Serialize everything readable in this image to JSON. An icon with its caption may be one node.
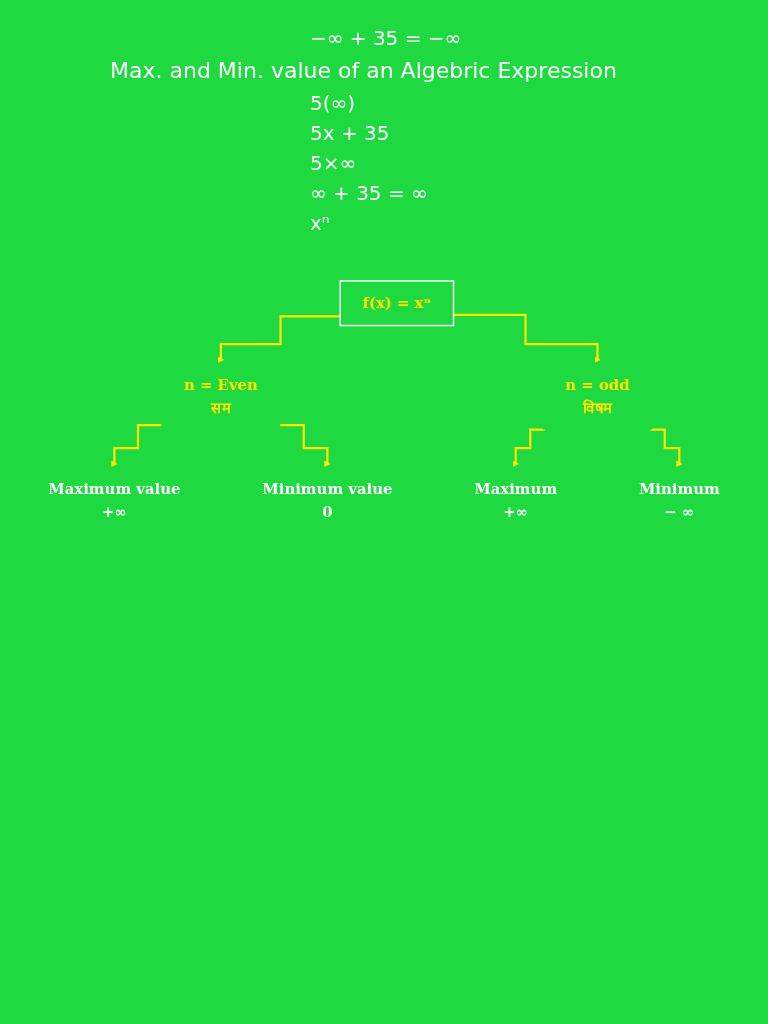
{
  "diagram": {
    "title": "Max. and Min. value of an Algebric Expression",
    "nodes": [
      {
        "text": [
          "f(x) = xⁿ"
        ]
      },
      {
        "text": [
          "n = Even",
          "सम"
        ]
      },
      {
        "text": [
          "n = odd",
          "विषम"
        ]
      },
      {
        "text": [
          "Maximum value",
          "+∞"
        ]
      },
      {
        "text": [
          "Minimum value",
          "0"
        ]
      },
      {
        "text": [
          "Maximum",
          "+∞"
        ]
      },
      {
        "text": [
          "Minimum",
          "− ∞"
        ]
      }
    ],
    "edges": [
      {
        "from": 0,
        "to": 1,
        "arrow": "to"
      },
      {
        "from": 0,
        "to": 2,
        "arrow": "to"
      },
      {
        "from": 1,
        "to": 3,
        "arrow": "to"
      },
      {
        "from": 1,
        "to": 4,
        "arrow": "to"
      },
      {
        "from": 2,
        "to": 5,
        "arrow": "to"
      },
      {
        "from": 2,
        "to": 6,
        "arrow": "to"
      }
    ],
    "labels": [
      "−∞ + 35 = −∞",
      "5(∞)",
      "5x + 35",
      "5×∞",
      "∞ + 35 = ∞",
      "xⁿ"
    ]
  }
}
